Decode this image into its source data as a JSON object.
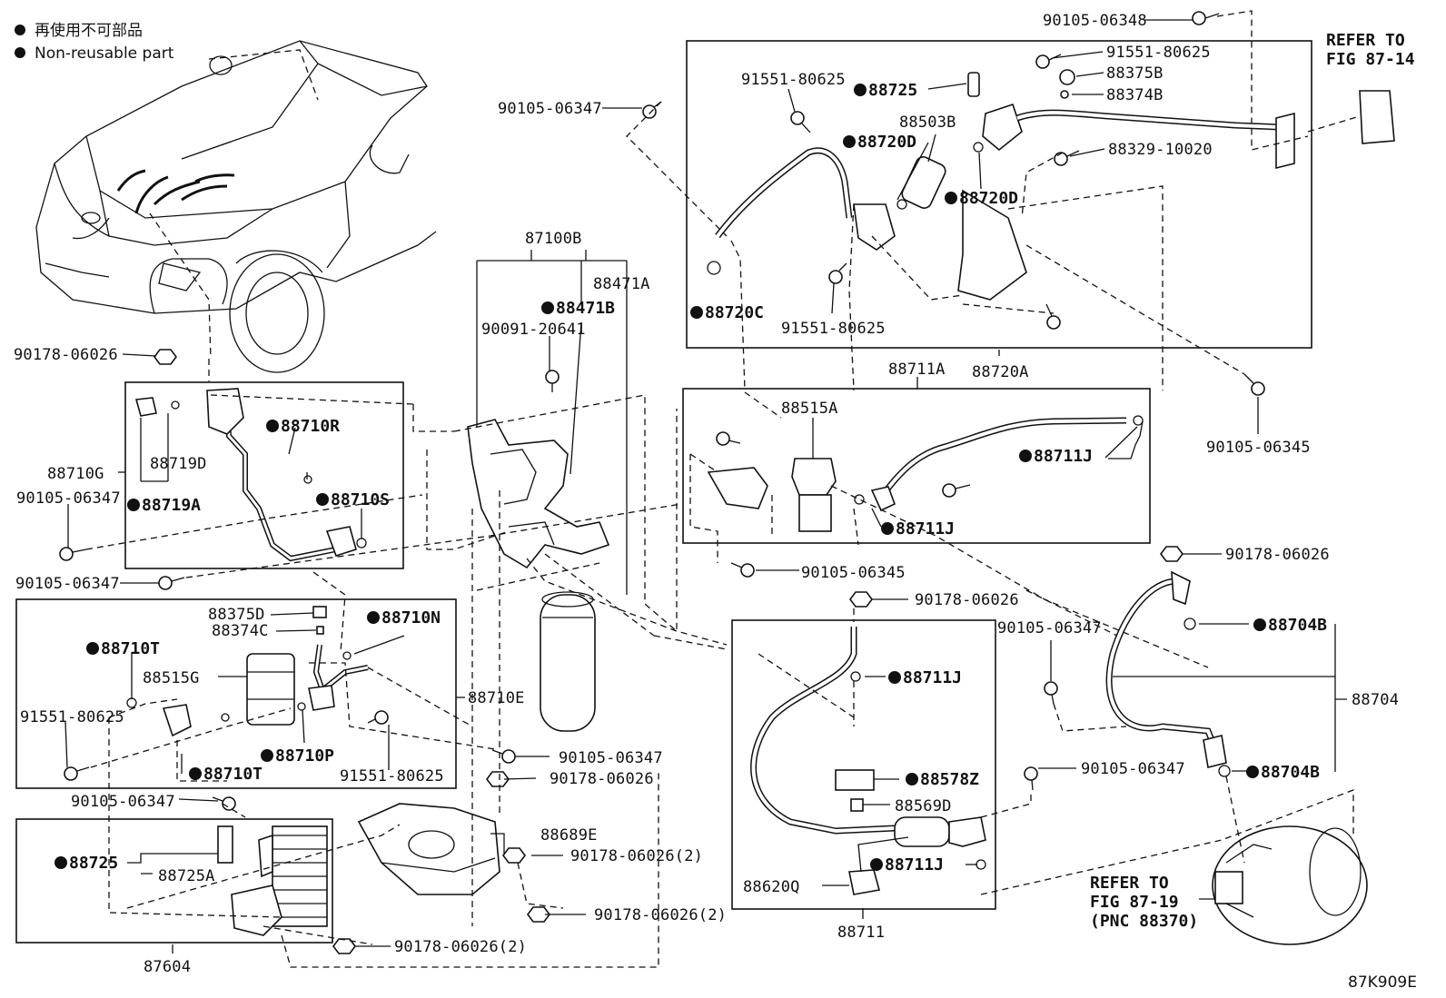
{
  "legend": {
    "line_cn": "再使用不可部品",
    "line_en": "Non-reusable part"
  },
  "refs": {
    "fig1_a": "REFER TO",
    "fig1_b": "FIG 87-14",
    "fig2_a": "REFER TO",
    "fig2_b": "FIG 87-19",
    "fig2_c": "(PNC 88370)"
  },
  "figure_code": "87K909E",
  "labels": [
    {
      "text": "90105-06348",
      "dot": false
    },
    {
      "text": "91551-80625",
      "dot": false
    },
    {
      "text": "88375B",
      "dot": false
    },
    {
      "text": "88374B",
      "dot": false
    },
    {
      "text": "88329-10020",
      "dot": false
    },
    {
      "text": "91551-80625",
      "dot": false
    },
    {
      "text": "88725",
      "dot": true
    },
    {
      "text": "88503B",
      "dot": false
    },
    {
      "text": "88720D",
      "dot": true
    },
    {
      "text": "88720D",
      "dot": true
    },
    {
      "text": "88720C",
      "dot": true
    },
    {
      "text": "91551-80625",
      "dot": false
    },
    {
      "text": "88711A",
      "dot": false
    },
    {
      "text": "88720A",
      "dot": false
    },
    {
      "text": "90105-06345",
      "dot": false
    },
    {
      "text": "88515A",
      "dot": false
    },
    {
      "text": "88711J",
      "dot": true
    },
    {
      "text": "88711J",
      "dot": true
    },
    {
      "text": "90105-06345",
      "dot": false
    },
    {
      "text": "90105-06347",
      "dot": false
    },
    {
      "text": "87100B",
      "dot": false
    },
    {
      "text": "88471A",
      "dot": false
    },
    {
      "text": "88471B",
      "dot": true
    },
    {
      "text": "90091-20641",
      "dot": false
    },
    {
      "text": "90178-06026",
      "dot": false
    },
    {
      "text": "88710R",
      "dot": true
    },
    {
      "text": "88719D",
      "dot": false
    },
    {
      "text": "88710G",
      "dot": false
    },
    {
      "text": "90105-06347",
      "dot": false
    },
    {
      "text": "88719A",
      "dot": true
    },
    {
      "text": "88710S",
      "dot": true
    },
    {
      "text": "90105-06347",
      "dot": false
    },
    {
      "text": "88375D",
      "dot": false
    },
    {
      "text": "88374C",
      "dot": false
    },
    {
      "text": "88710N",
      "dot": true
    },
    {
      "text": "88710T",
      "dot": true
    },
    {
      "text": "88515G",
      "dot": false
    },
    {
      "text": "88710E",
      "dot": false
    },
    {
      "text": "91551-80625",
      "dot": false
    },
    {
      "text": "88710P",
      "dot": true
    },
    {
      "text": "88710T",
      "dot": true
    },
    {
      "text": "91551-80625",
      "dot": false
    },
    {
      "text": "90105-06347",
      "dot": false
    },
    {
      "text": "90178-06026",
      "dot": false
    },
    {
      "text": "90105-06347",
      "dot": false
    },
    {
      "text": "88725",
      "dot": true
    },
    {
      "text": "88725A",
      "dot": false
    },
    {
      "text": "88689E",
      "dot": false
    },
    {
      "text": "90178-06026(2)",
      "dot": false
    },
    {
      "text": "90178-06026(2)",
      "dot": false
    },
    {
      "text": "90178-06026(2)",
      "dot": false
    },
    {
      "text": "87604",
      "dot": false
    },
    {
      "text": "90178-06026",
      "dot": false
    },
    {
      "text": "88711J",
      "dot": true
    },
    {
      "text": "88578Z",
      "dot": true
    },
    {
      "text": "88569D",
      "dot": false
    },
    {
      "text": "88711J",
      "dot": true
    },
    {
      "text": "88620Q",
      "dot": false
    },
    {
      "text": "88711",
      "dot": false
    },
    {
      "text": "90178-06026",
      "dot": false
    },
    {
      "text": "90105-06347",
      "dot": false
    },
    {
      "text": "88704B",
      "dot": true
    },
    {
      "text": "88704",
      "dot": false
    },
    {
      "text": "90105-06347",
      "dot": false
    },
    {
      "text": "88704B",
      "dot": true
    }
  ]
}
